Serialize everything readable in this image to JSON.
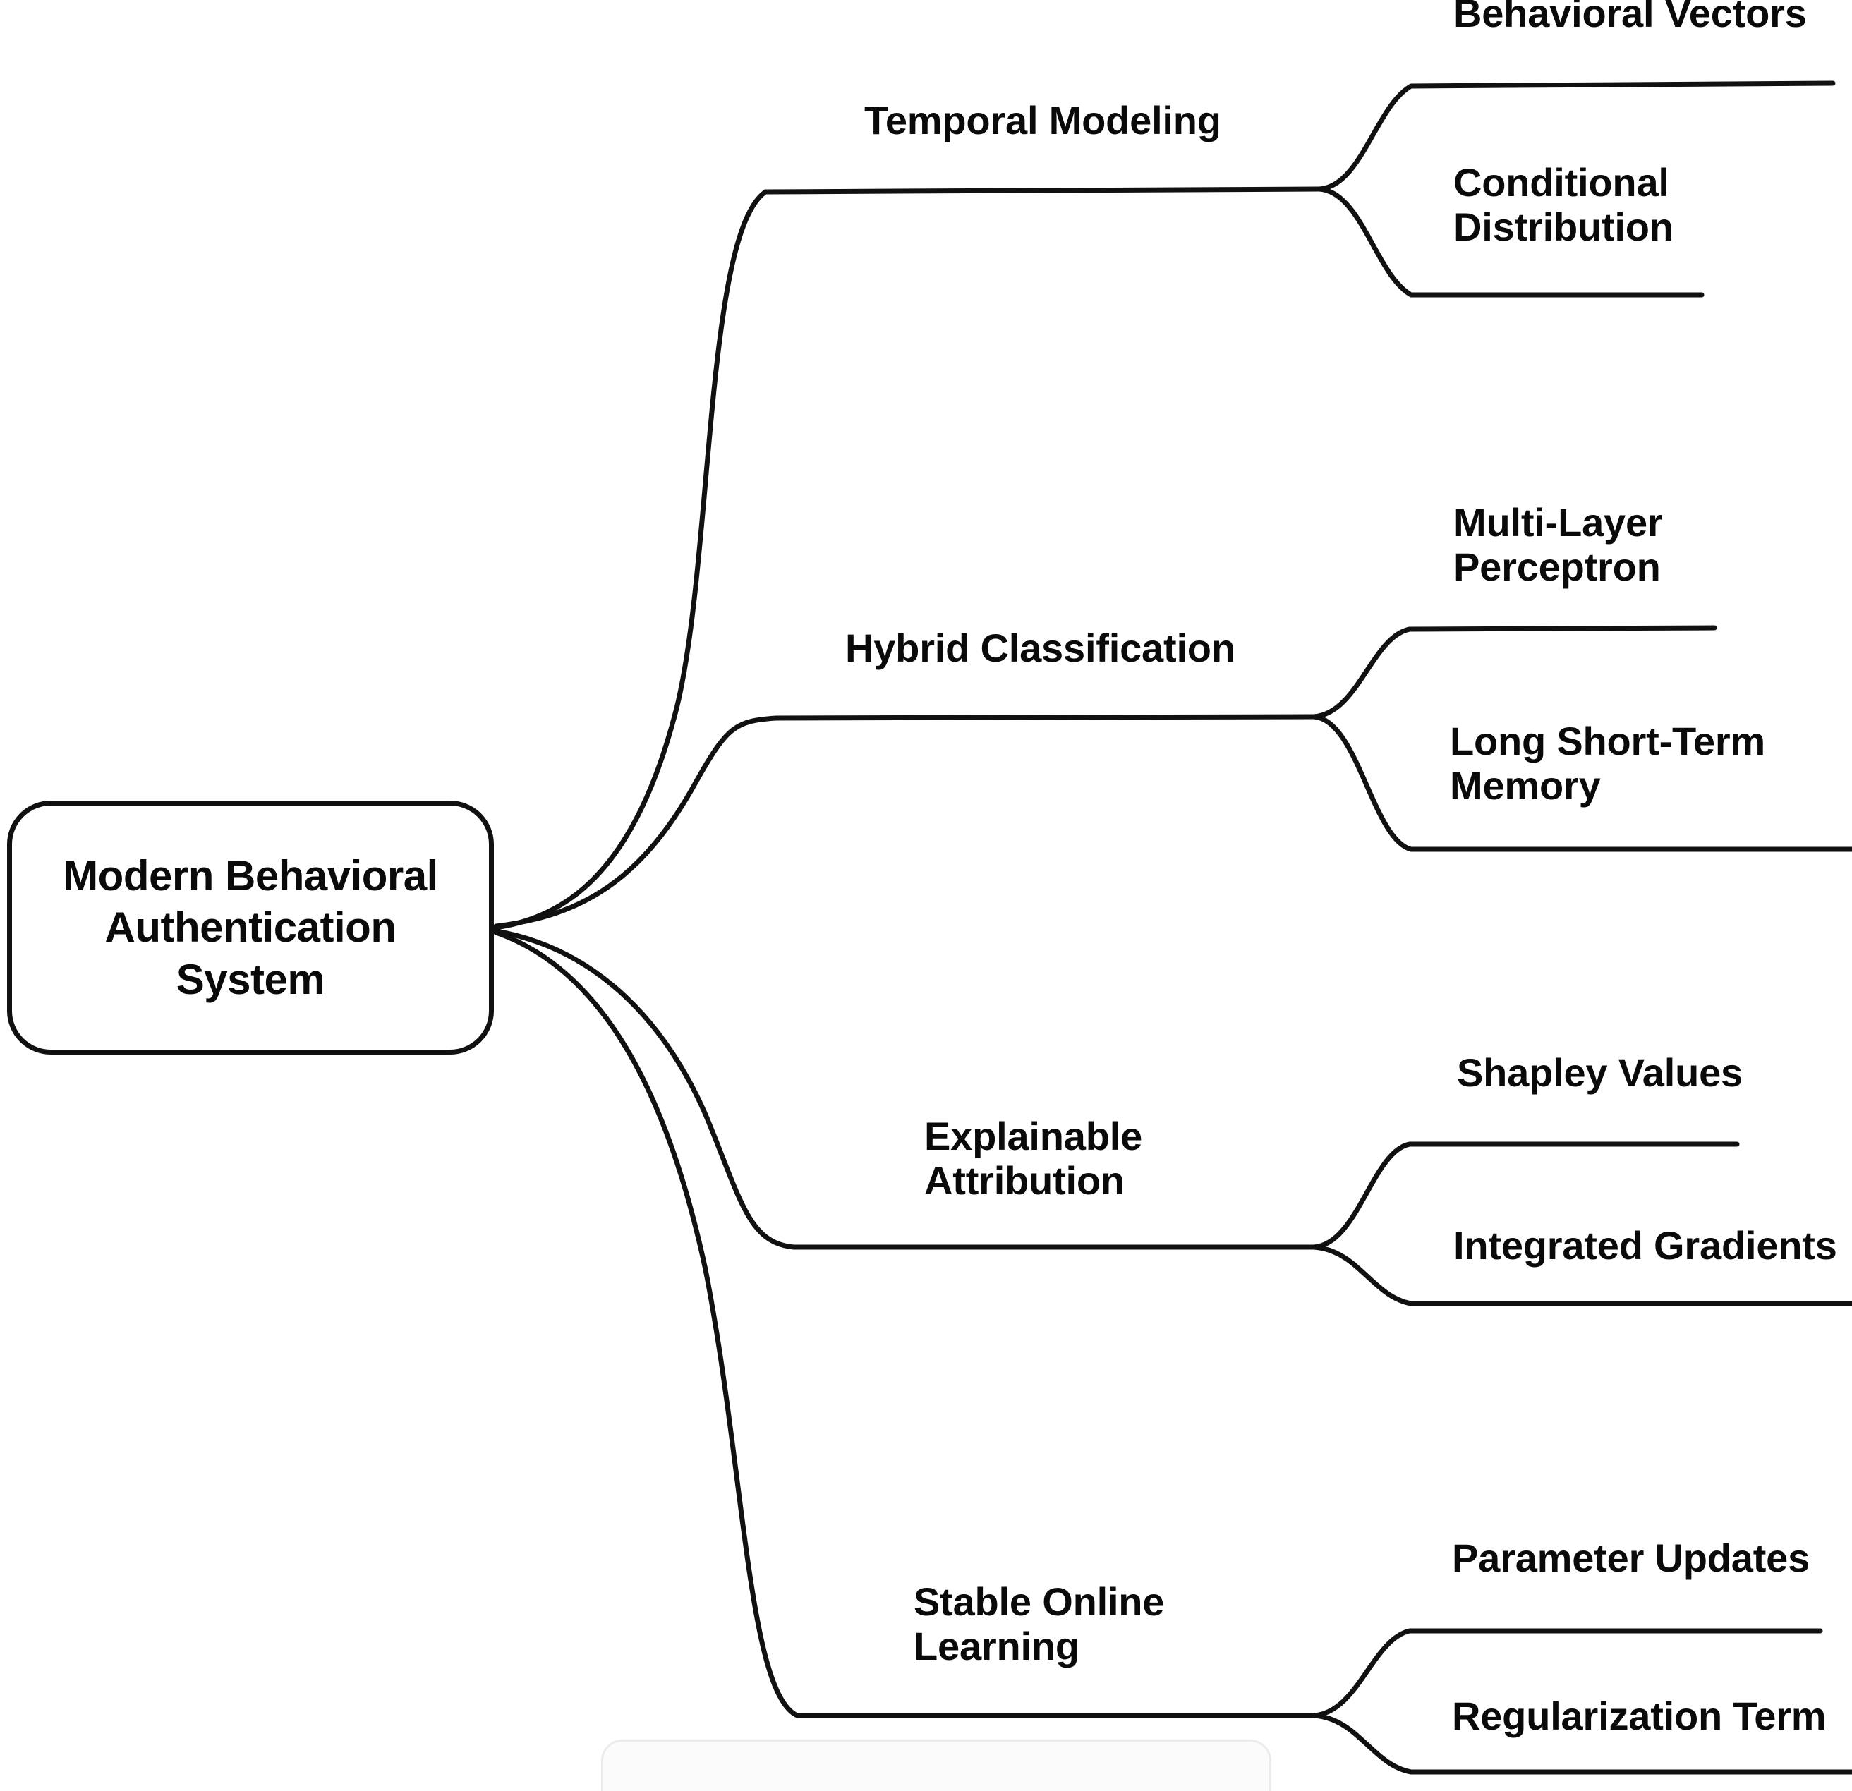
{
  "diagram": {
    "type": "mind-map",
    "title_node": "Modern Behavioral\nAuthentication\nSystem",
    "orientation": "left-to-right",
    "line_color": "#111111",
    "text_color": "#0a0a0a",
    "background": "#ffffff",
    "root": {
      "label": "Modern Behavioral\nAuthentication\nSystem",
      "shape": "rounded-rectangle"
    },
    "branches": [
      {
        "label": "Temporal Modeling",
        "children": [
          {
            "label": "Behavioral Vectors"
          },
          {
            "label": "Conditional\nDistribution"
          }
        ]
      },
      {
        "label": "Hybrid Classification",
        "children": [
          {
            "label": "Multi-Layer\nPerceptron"
          },
          {
            "label": "Long Short-Term\nMemory"
          }
        ]
      },
      {
        "label": "Explainable\nAttribution",
        "children": [
          {
            "label": "Shapley Values"
          },
          {
            "label": "Integrated Gradients"
          }
        ]
      },
      {
        "label": "Stable Online\nLearning",
        "children": [
          {
            "label": "Parameter Updates"
          },
          {
            "label": "Regularization Term"
          }
        ]
      }
    ]
  }
}
